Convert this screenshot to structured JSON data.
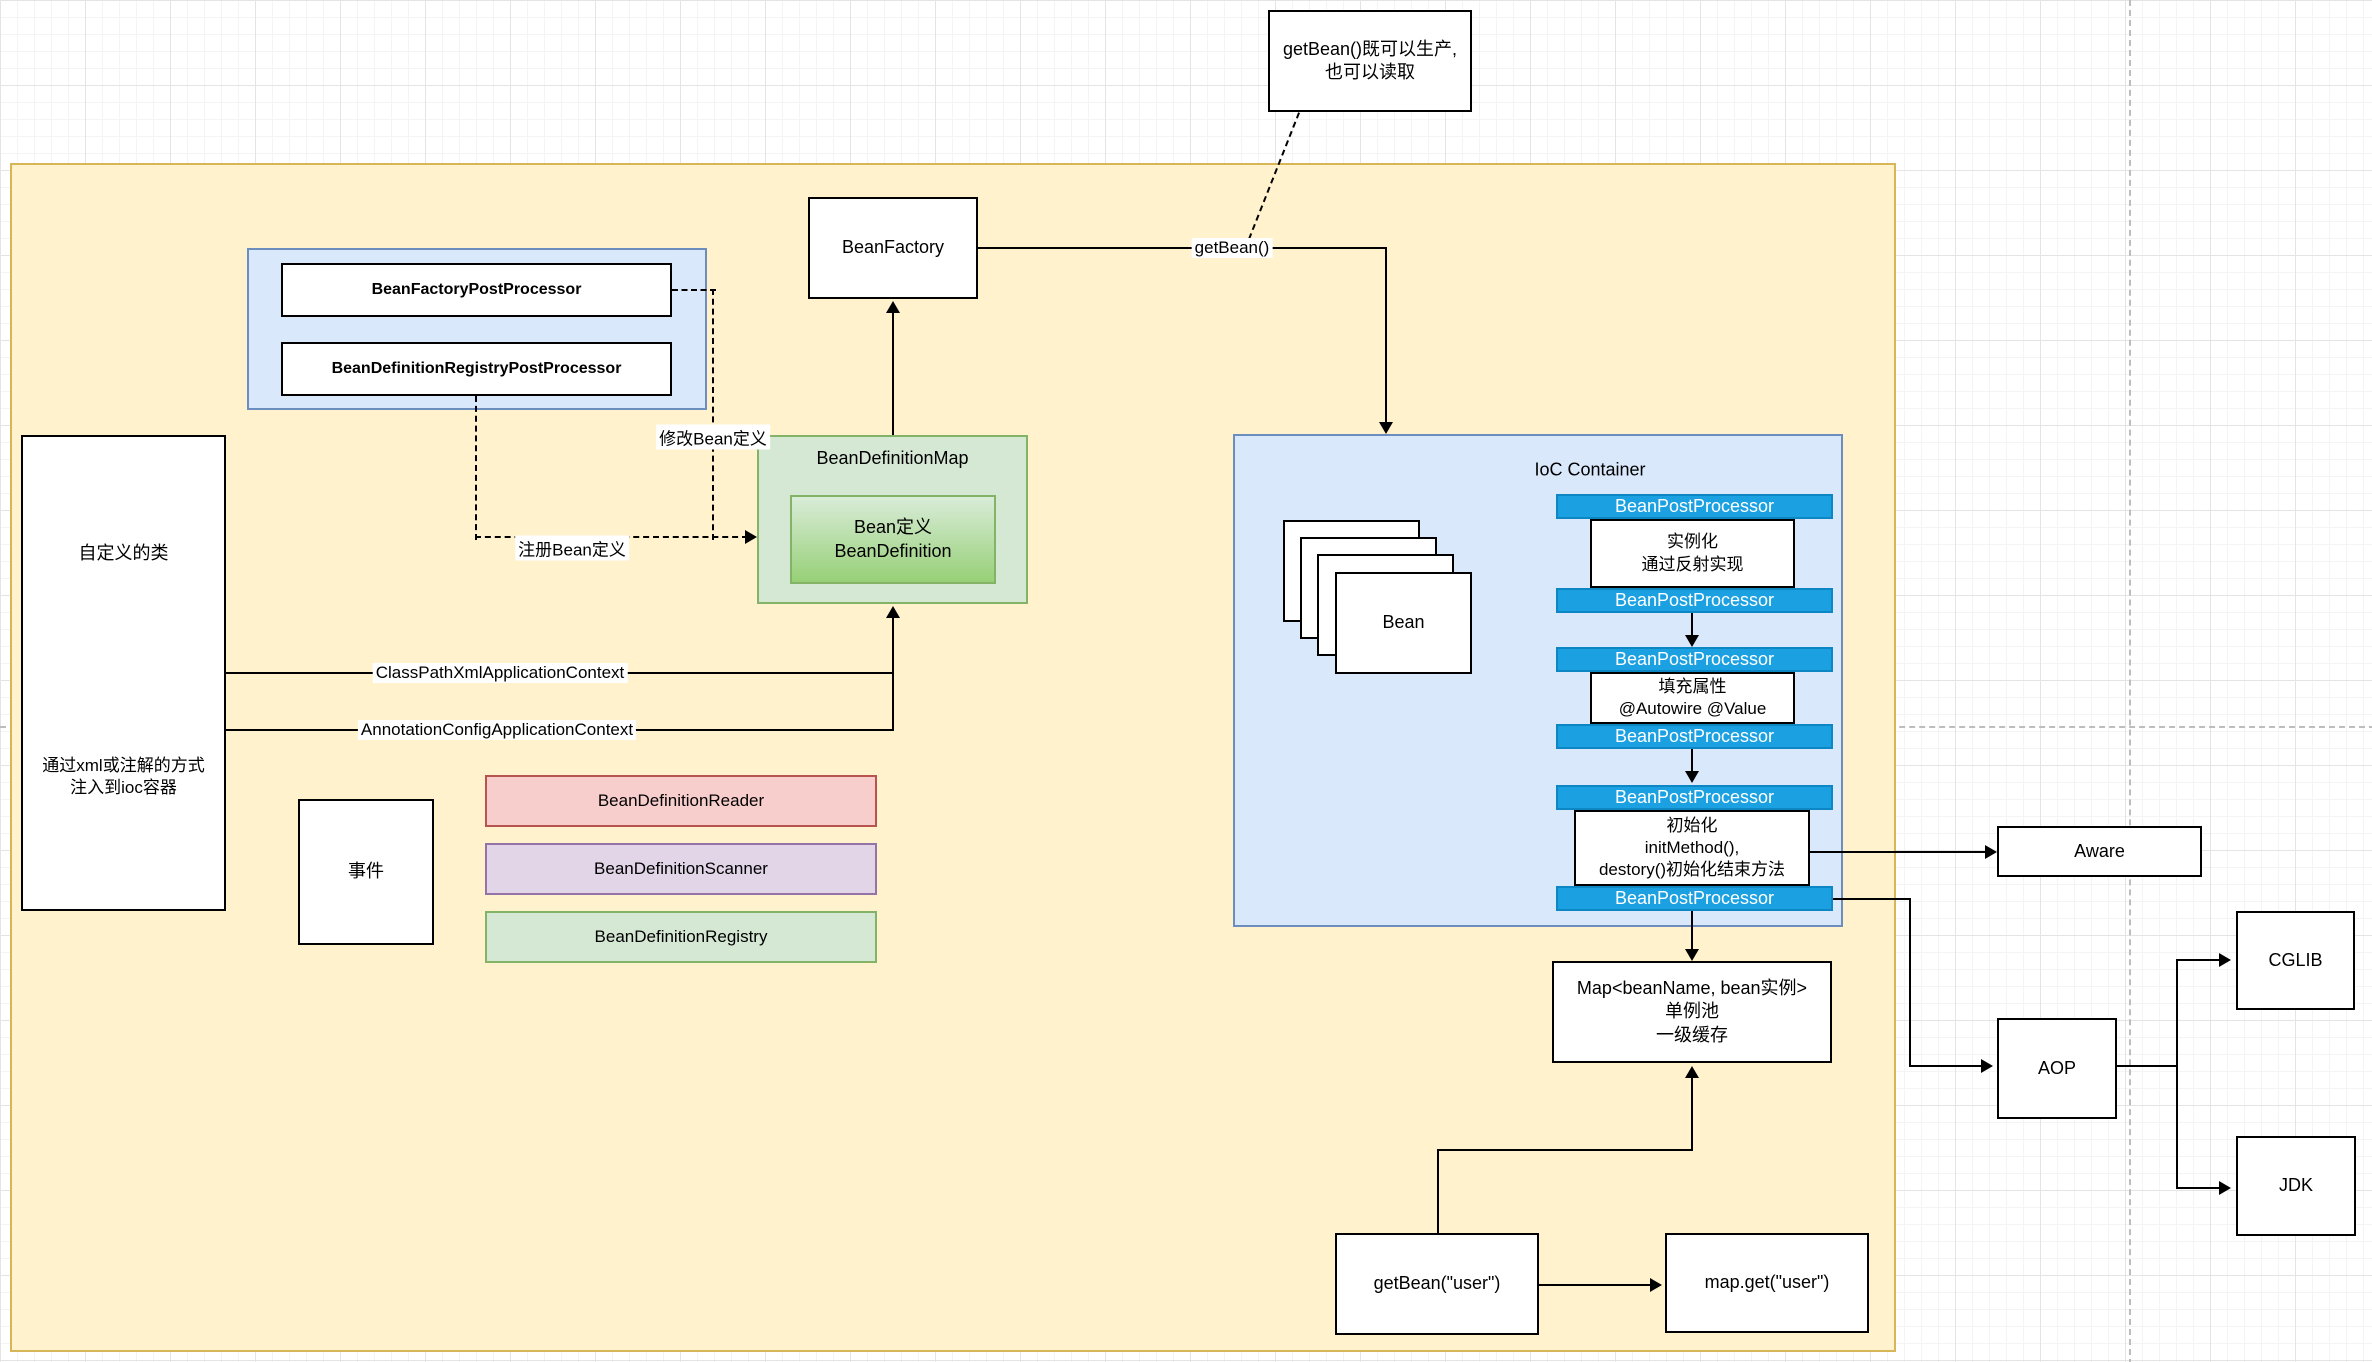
{
  "note": {
    "line1": "getBean()既可以生产,",
    "line2": "也可以读取"
  },
  "edge_labels": {
    "get_bean": "getBean()",
    "modify": "修改Bean定义",
    "register": "注册Bean定义",
    "classpath": "ClassPathXmlApplicationContext",
    "annotation": "AnnotationConfigApplicationContext"
  },
  "nodes": {
    "bean_factory": "BeanFactory",
    "bfpp": "BeanFactoryPostProcessor",
    "bdrpp": "BeanDefinitionRegistryPostProcessor",
    "bdmap_title": "BeanDefinitionMap",
    "bd_line1": "Bean定义",
    "bd_line2": "BeanDefinition",
    "custom_class": "自定义的类",
    "custom_sub1": "通过xml或注解的方式",
    "custom_sub2": "注入到ioc容器",
    "event": "事件",
    "reader": "BeanDefinitionReader",
    "scanner": "BeanDefinitionScanner",
    "registry": "BeanDefinitionRegistry",
    "ioc_title": "IoC Container",
    "bean": "Bean",
    "bpp": "BeanPostProcessor",
    "stage1_l1": "实例化",
    "stage1_l2": "通过反射实现",
    "stage2_l1": "填充属性",
    "stage2_l2": "@Autowire @Value",
    "stage3_l1": "初始化",
    "stage3_l2": "initMethod(),",
    "stage3_l3": "destory()初始化结束方法",
    "map_l1": "Map<beanName, bean实例>",
    "map_l2": "单例池",
    "map_l3": "一级缓存",
    "aware": "Aware",
    "aop": "AOP",
    "cglib": "CGLIB",
    "jdk": "JDK",
    "get_user": "getBean(\"user\")",
    "map_get": "map.get(\"user\")"
  },
  "colors": {
    "yellow_fill": "#FFF2CC",
    "yellow_stroke": "#D6B656",
    "blue_fill": "#DAE8FC",
    "blue_stroke": "#6C8EBF",
    "green_fill": "#D5E8D4",
    "green_stroke": "#82B366",
    "green_gradient_to": "#97D077",
    "pink_fill": "#F8CECC",
    "pink_stroke": "#B85450",
    "purple_fill": "#E1D5E7",
    "purple_stroke": "#9673A6",
    "processor_bar": "#1BA1E2"
  }
}
